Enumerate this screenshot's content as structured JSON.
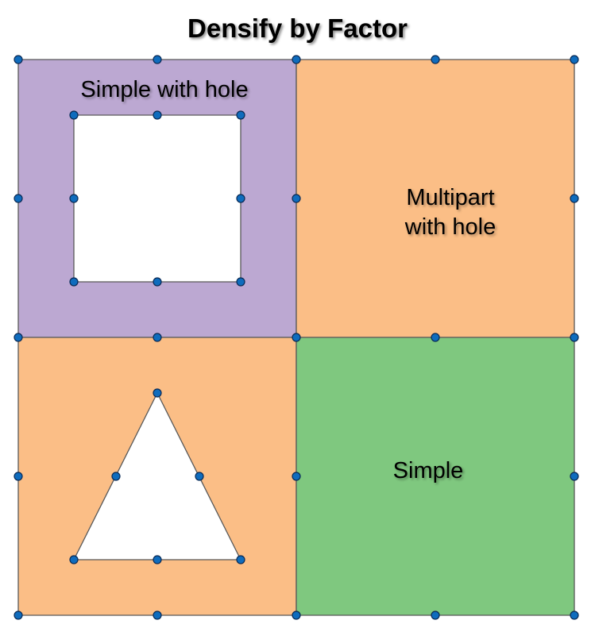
{
  "title": "Densify by Factor",
  "colors": {
    "simple_with_hole_fill": "#bca8d2",
    "multipart_fill": "#fbbe86",
    "simple_fill": "#7fc87f",
    "hole_fill": "#ffffff",
    "outline": "#595959",
    "vertex_fill": "#0f6cbd"
  },
  "polygons": {
    "simple_with_hole": {
      "label": "Simple with hole"
    },
    "multipart_with_hole": {
      "label_line1": "Multipart",
      "label_line2": "with hole"
    },
    "simple": {
      "label": "Simple"
    }
  }
}
